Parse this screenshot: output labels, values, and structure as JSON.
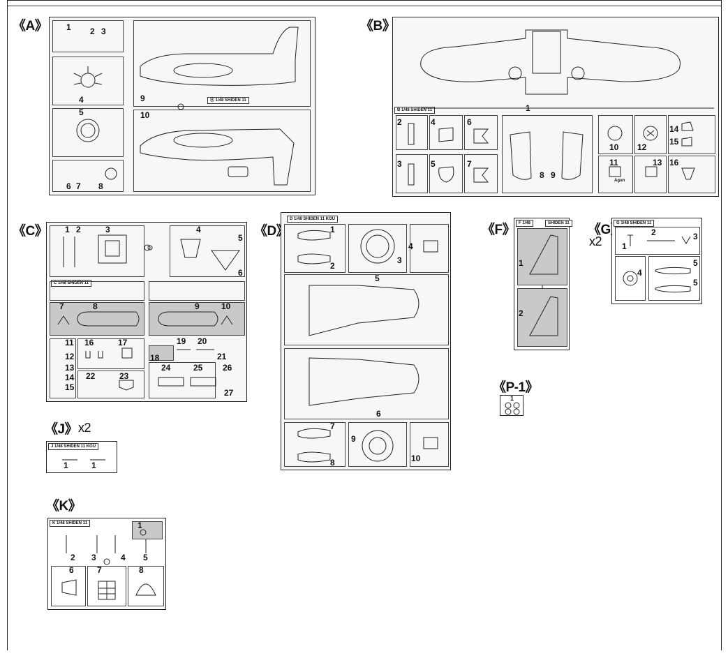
{
  "sprues": {
    "A": {
      "label": "《A》",
      "tag": "Ⓐ 1/48 SHIDEN 11",
      "parts": [
        "1",
        "2",
        "3",
        "4",
        "5",
        "6",
        "7",
        "8",
        "9",
        "10"
      ]
    },
    "B": {
      "label": "《B》",
      "tag": "B 1/48 SHIDEN 11",
      "parts": [
        "1",
        "2",
        "3",
        "4",
        "5",
        "6",
        "7",
        "8",
        "9",
        "10",
        "11",
        "12",
        "13",
        "14",
        "15",
        "16"
      ],
      "note": "Agun"
    },
    "C": {
      "label": "《C》",
      "tag": "C 1/48 SHIDEN 11",
      "parts": [
        "1",
        "2",
        "3",
        "4",
        "5",
        "6",
        "7",
        "8",
        "9",
        "10",
        "11",
        "12",
        "13",
        "14",
        "15",
        "16",
        "17",
        "18",
        "19",
        "20",
        "21",
        "22",
        "23",
        "24",
        "25",
        "26",
        "27"
      ]
    },
    "D": {
      "label": "《D》",
      "tag": "D 1/48 SHIDEN 11 KOU",
      "parts": [
        "1",
        "2",
        "3",
        "4",
        "5",
        "6",
        "7",
        "8",
        "9",
        "10"
      ]
    },
    "F": {
      "label": "《F》",
      "tag_left": "F 1/48",
      "tag_right": "SHIDEN 11",
      "parts": [
        "1",
        "2"
      ]
    },
    "G": {
      "label": "《G》",
      "multiplier": "x2",
      "tag": "G 1/48 SHIDEN 11",
      "parts": [
        "1",
        "2",
        "3",
        "4",
        "5",
        "5"
      ]
    },
    "P1": {
      "label": "《P-1》",
      "parts": [
        "1"
      ]
    },
    "J": {
      "label": "《J》",
      "multiplier": "x2",
      "tag": "J 1/48 SHIDEN 11 KOU",
      "parts": [
        "1",
        "1"
      ]
    },
    "K": {
      "label": "《K》",
      "tag": "K 1/48 SHIDEN 11",
      "parts": [
        "1",
        "2",
        "3",
        "4",
        "5",
        "6",
        "7",
        "8"
      ]
    }
  },
  "colors": {
    "line": "#222222",
    "clear_part": "#c9c9c9",
    "paper": "#ffffff"
  }
}
